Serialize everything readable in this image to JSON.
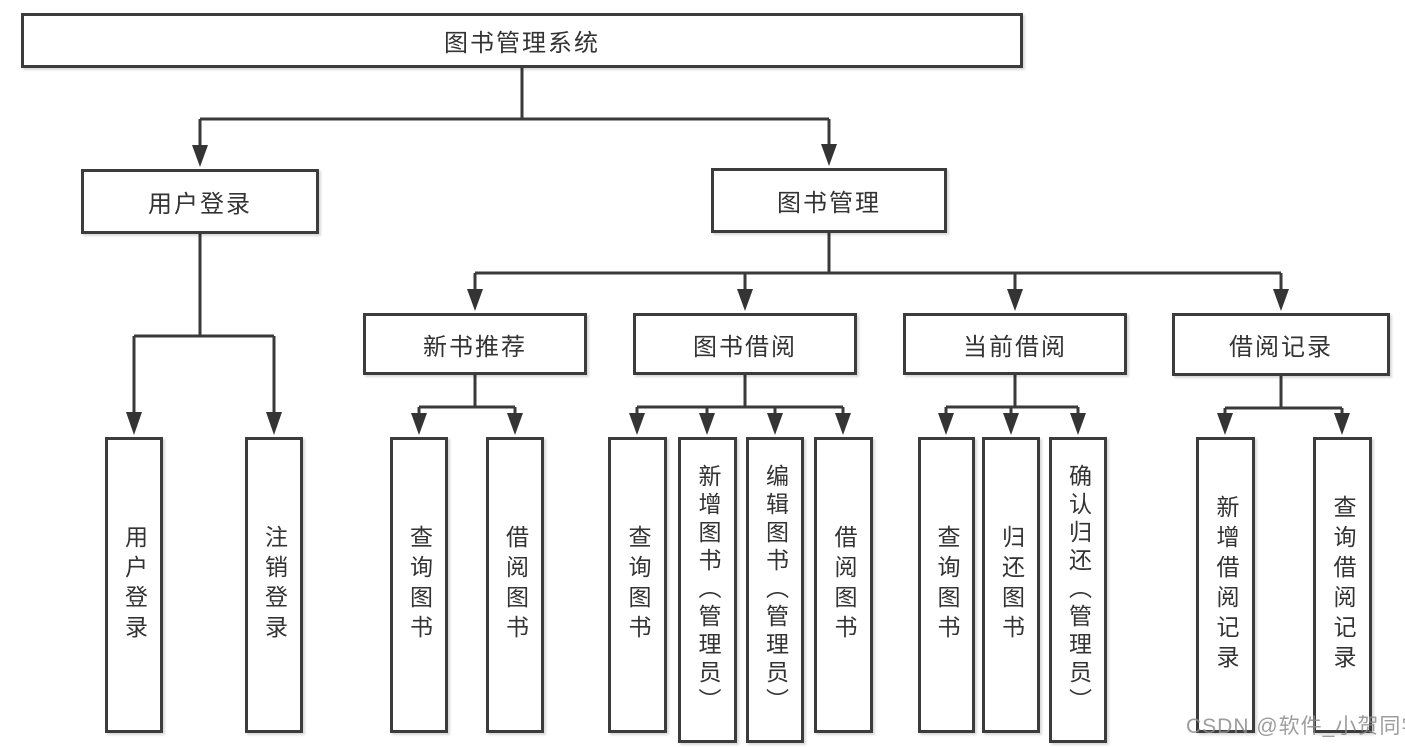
{
  "diagram": {
    "title": "图书管理系统",
    "root": {
      "label": "图书管理系统"
    },
    "level2": [
      {
        "label": "用户登录"
      },
      {
        "label": "图书管理"
      }
    ],
    "level3": [
      {
        "label": "新书推荐"
      },
      {
        "label": "图书借阅"
      },
      {
        "label": "当前借阅"
      },
      {
        "label": "借阅记录"
      }
    ],
    "leaves": [
      {
        "label": "用户登录"
      },
      {
        "label": "注销登录"
      },
      {
        "label": "查询图书"
      },
      {
        "label": "借阅图书"
      },
      {
        "label": "查询图书"
      },
      {
        "label": "新增图书（管理员）"
      },
      {
        "label": "编辑图书（管理员）"
      },
      {
        "label": "借阅图书"
      },
      {
        "label": "查询图书"
      },
      {
        "label": "归还图书"
      },
      {
        "label": "确认归还（管理员）"
      },
      {
        "label": "新增借阅记录"
      },
      {
        "label": "查询借阅记录"
      }
    ]
  },
  "watermark": {
    "text": "CSDN @软件_小贺同学"
  },
  "colors": {
    "line": "#3a3a3a",
    "text": "#333333",
    "watermark": "#8c8c8c",
    "background": "#ffffff"
  }
}
